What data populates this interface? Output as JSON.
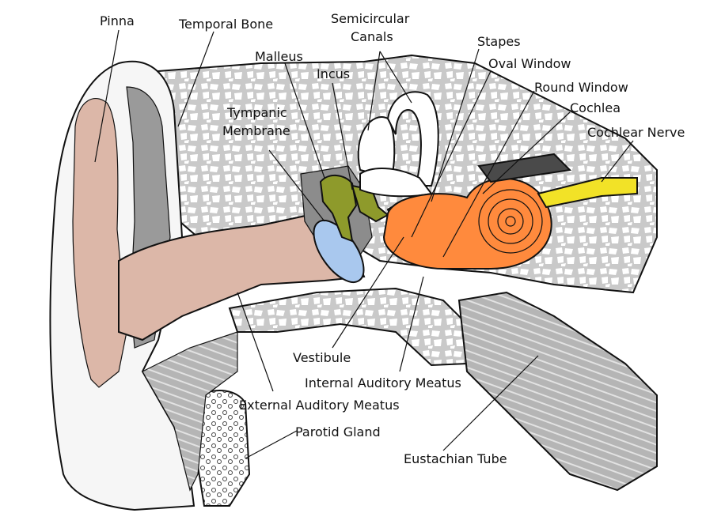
{
  "labels": {
    "pinna": "Pinna",
    "temporal_bone": "Temporal Bone",
    "semicircular_canals_1": "Semicircular",
    "semicircular_canals_2": "Canals",
    "stapes": "Stapes",
    "malleus": "Malleus",
    "incus": "Incus",
    "oval_window": "Oval Window",
    "round_window": "Round Window",
    "tympanic_membrane_1": "Tympanic",
    "tympanic_membrane_2": "Membrane",
    "cochlea": "Cochlea",
    "cochlear_nerve": "Cochlear Nerve",
    "vestibule": "Vestibule",
    "internal_auditory_meatus": "Internal Auditory Meatus",
    "external_auditory_meatus": "External Auditory Meatus",
    "parotid_gland": "Parotid Gland",
    "eustachian_tube": "Eustachian Tube"
  },
  "colors": {
    "skin": "#dcb7a8",
    "bone_bg": "#d2d2d2",
    "bone_cell": "#ffffff",
    "dark_gray": "#8c8c8c",
    "ossicles": "#8e9a2b",
    "tympanic": "#a9c8ee",
    "cochlea": "#ff8a3d",
    "nerve": "#f2e227",
    "canals": "#ffffff",
    "outline": "#111111"
  }
}
